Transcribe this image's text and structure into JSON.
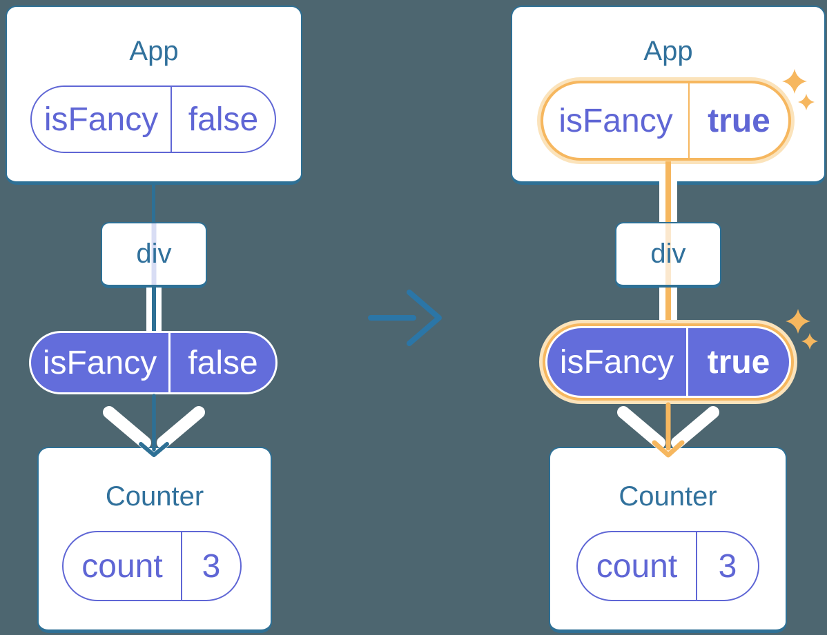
{
  "colors": {
    "background": "#4D6670",
    "card_border": "#2E7095",
    "title_text": "#31719C",
    "purple": "#5F66D5",
    "purple_pill_bg": "#636DDB",
    "lavender": "#D8DDF4",
    "peach": "#FBE8CE",
    "orange": "#F6B75F",
    "orange_glow": "#FBE3BB",
    "arrow_blue": "#2B76A7"
  },
  "icons": {
    "transition": "right-arrow-icon",
    "highlight": "sparkle-icon",
    "prop_flow": "funnel-arrow-icon"
  },
  "before": {
    "app": {
      "title": "App",
      "prop_name": "isFancy",
      "prop_value": "false"
    },
    "div_label": "div",
    "passed_prop": {
      "name": "isFancy",
      "value": "false"
    },
    "counter": {
      "title": "Counter",
      "state_name": "count",
      "state_value": "3"
    }
  },
  "after": {
    "app": {
      "title": "App",
      "prop_name": "isFancy",
      "prop_value": "true"
    },
    "div_label": "div",
    "passed_prop": {
      "name": "isFancy",
      "value": "true"
    },
    "counter": {
      "title": "Counter",
      "state_name": "count",
      "state_value": "3"
    }
  }
}
